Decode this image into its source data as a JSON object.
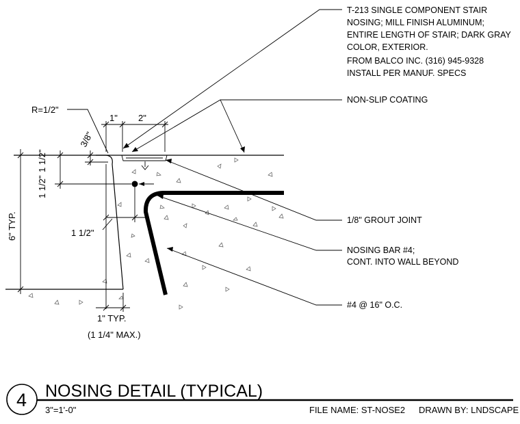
{
  "callouts": {
    "spec_lines": [
      "T-213 SINGLE COMPONENT STAIR",
      "NOSING; MILL FINISH ALUMINUM;",
      "ENTIRE LENGTH OF STAIR; DARK GRAY",
      "COLOR, EXTERIOR.",
      "FROM BALCO INC. (316) 945-9328",
      "INSTALL PER MANUF. SPECS"
    ],
    "non_slip": "NON-SLIP COATING",
    "grout": "1/8\" GROUT JOINT",
    "nosing_bar": [
      "NOSING BAR #4;",
      "CONT. INTO WALL BEYOND"
    ],
    "rebar": "#4 @ 16\" O.C."
  },
  "dimensions": {
    "radius": "R=1/2\"",
    "three_eighths": "3/8\"",
    "one_inch": "1\"",
    "two_inch": "2\"",
    "one_half_a": "1 1/2\"",
    "one_half_b": "1 1/2\"",
    "one_half_c": "1 1/2\"",
    "six_typ": "6\" TYP.",
    "one_typ": "1\" TYP.",
    "max_note": "(1 1/4\" MAX.)"
  },
  "title_block": {
    "detail_number": "4",
    "title": "NOSING DETAIL (TYPICAL)",
    "scale": "3\"=1'-0\"",
    "file_name": "FILE NAME: ST-NOSE2",
    "drawn_by": "DRAWN BY: LNDSCAPE"
  }
}
